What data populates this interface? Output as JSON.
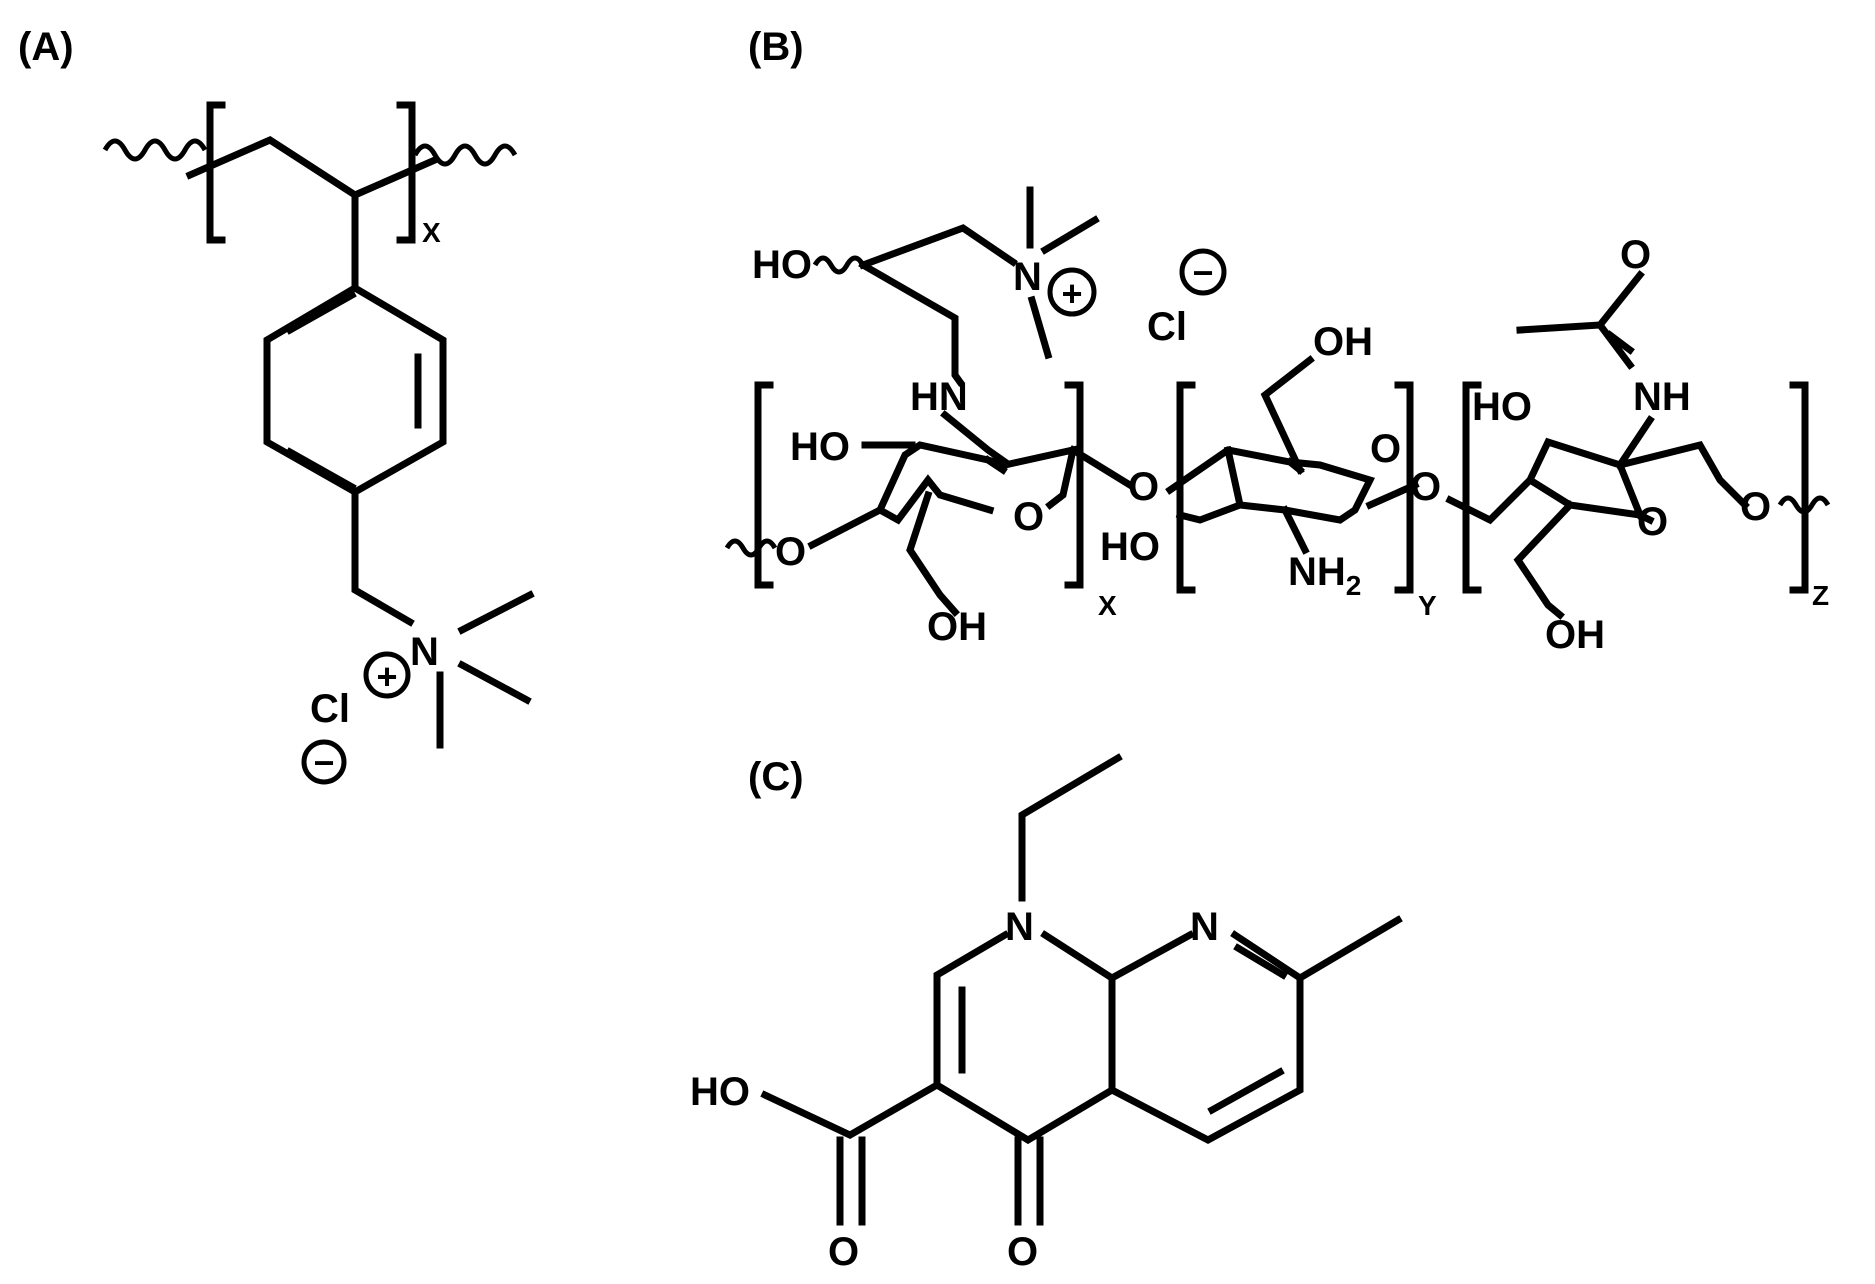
{
  "figure": {
    "panels": [
      {
        "id": "A",
        "label": "(A)",
        "atoms": {
          "n": "N",
          "cl": "Cl",
          "sub_x": "X"
        },
        "charges": {
          "plus": "+",
          "minus": "−"
        }
      },
      {
        "id": "B",
        "label": "(B)",
        "atoms": {
          "ho_top": "HO",
          "n": "N",
          "cl": "Cl",
          "oh_top": "OH",
          "o_carbonyl": "O",
          "hn": "HN",
          "nh": "NH",
          "ho_ring1": "HO",
          "ho_ring3": "HO",
          "o_ring1": "O",
          "o_link1": "O",
          "o_ring2": "O",
          "o_link2": "O",
          "o_ring3": "O",
          "o_end": "O",
          "o_start": "O",
          "ho_ring2": "HO",
          "nh2": "NH",
          "nh2_sub": "2",
          "oh_ring1": "OH",
          "oh_ring3": "OH",
          "sub_x": "X",
          "sub_y": "Y",
          "sub_z": "Z"
        },
        "charges": {
          "plus": "+",
          "minus": "−"
        }
      },
      {
        "id": "C",
        "label": "(C)",
        "atoms": {
          "n1": "N",
          "n2": "N",
          "ho": "HO",
          "o1": "O",
          "o2": "O"
        }
      }
    ]
  }
}
